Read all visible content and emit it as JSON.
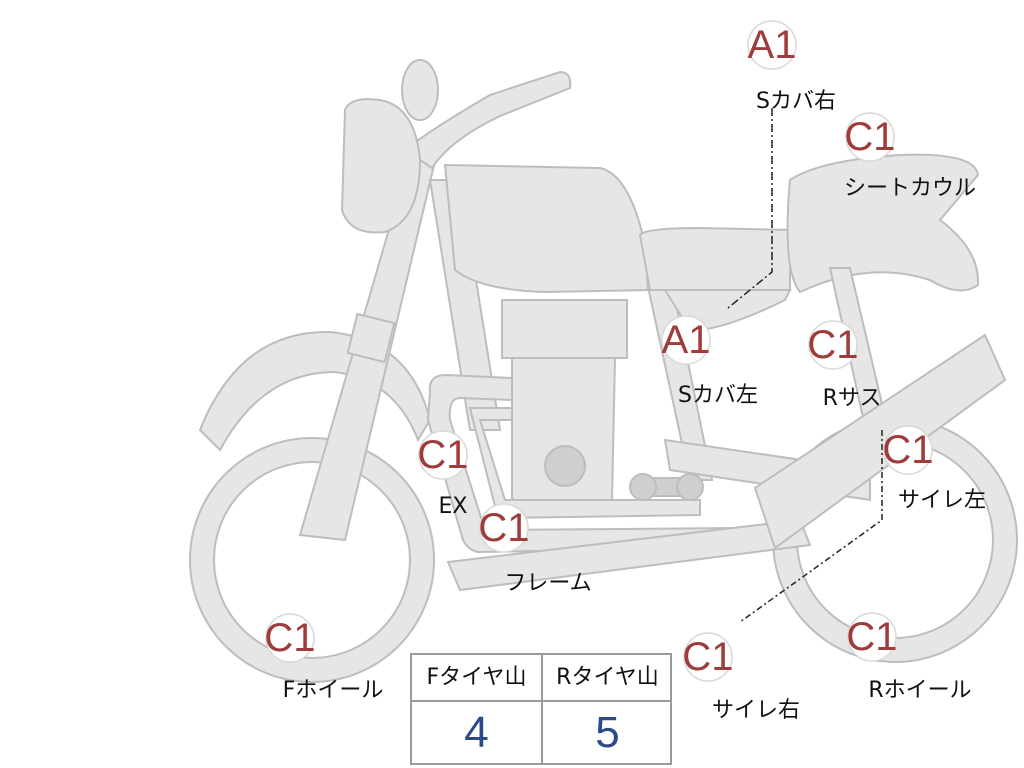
{
  "parts": {
    "s_cover_right": {
      "grade": "A1",
      "label": "Sカバ右"
    },
    "seat_cowl": {
      "grade": "C1",
      "label": "シートカウル"
    },
    "s_cover_left": {
      "grade": "A1",
      "label": "Sカバ左"
    },
    "r_suspension": {
      "grade": "C1",
      "label": "Rサス"
    },
    "exhaust": {
      "grade": "C1",
      "label": "EX"
    },
    "frame": {
      "grade": "C1",
      "label": "フレーム"
    },
    "silencer_left": {
      "grade": "C1",
      "label": "サイレ左"
    },
    "f_wheel": {
      "grade": "C1",
      "label": "Fホイール"
    },
    "silencer_right": {
      "grade": "C1",
      "label": "サイレ右"
    },
    "r_wheel": {
      "grade": "C1",
      "label": "Rホイール"
    }
  },
  "tire_table": {
    "front_header": "Fタイヤ山",
    "rear_header": "Rタイヤ山",
    "front_value": "4",
    "rear_value": "5"
  }
}
